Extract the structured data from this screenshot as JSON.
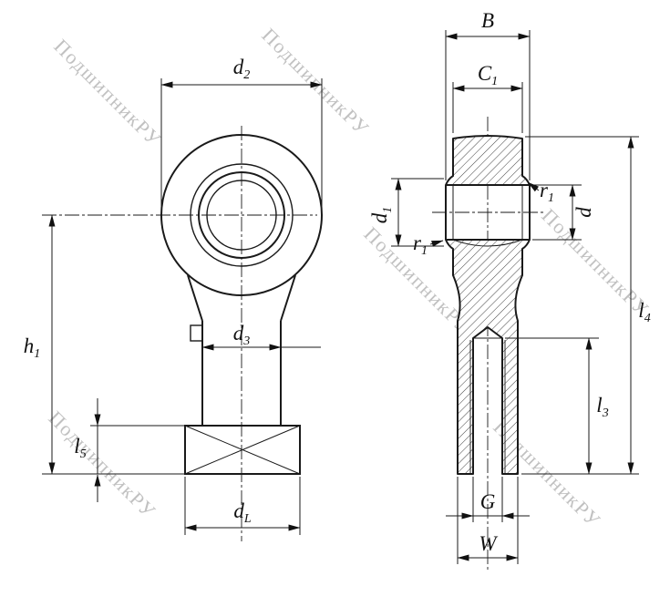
{
  "watermark": {
    "text": "ПодшипникРУ",
    "color": "#8f8f8f"
  },
  "labels": {
    "d2": {
      "base": "d",
      "sub": "2"
    },
    "h1": {
      "base": "h",
      "sub": "1"
    },
    "d3": {
      "base": "d",
      "sub": "3"
    },
    "l5": {
      "base": "l",
      "sub": "5"
    },
    "dL": {
      "base": "d",
      "sub": "L"
    },
    "B": "B",
    "C1": {
      "base": "C",
      "sub": "1"
    },
    "d1": {
      "base": "d",
      "sub": "1"
    },
    "r1": {
      "base": "r",
      "sub": "1"
    },
    "d": "d",
    "l4": {
      "base": "l",
      "sub": "4"
    },
    "l3": {
      "base": "l",
      "sub": "3"
    },
    "G": "G",
    "W": "W"
  },
  "colors": {
    "line": "#1a1a1a",
    "background": "#ffffff"
  }
}
